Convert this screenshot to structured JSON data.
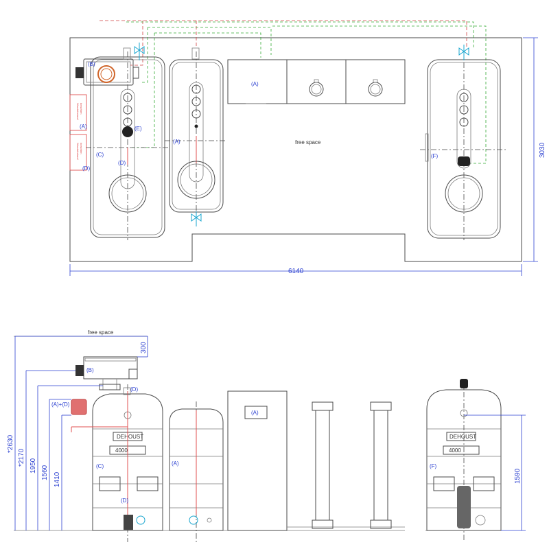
{
  "plan": {
    "tank_labels": [
      "(A)",
      "(B)",
      "(C)",
      "(D)",
      "(E)",
      "(F)"
    ],
    "free_space": "free space",
    "dim_width": "6140",
    "dim_depth": "3030",
    "wall_note": "Wandabstand\nbeachten"
  },
  "elevation": {
    "free_space": "free space",
    "dims": [
      "300",
      "*2630",
      "*2170",
      "1950",
      "1560",
      "1410",
      "1590"
    ],
    "labels": {
      "b": "(B)",
      "ad": "(A)+(D)",
      "d_top": "(D)",
      "c": "(C)",
      "a_tank": "(A)",
      "a_cab": "(A)",
      "f": "(F)",
      "d_bot": "(D)"
    },
    "brand": "DEHOUST",
    "volume": "4000"
  }
}
